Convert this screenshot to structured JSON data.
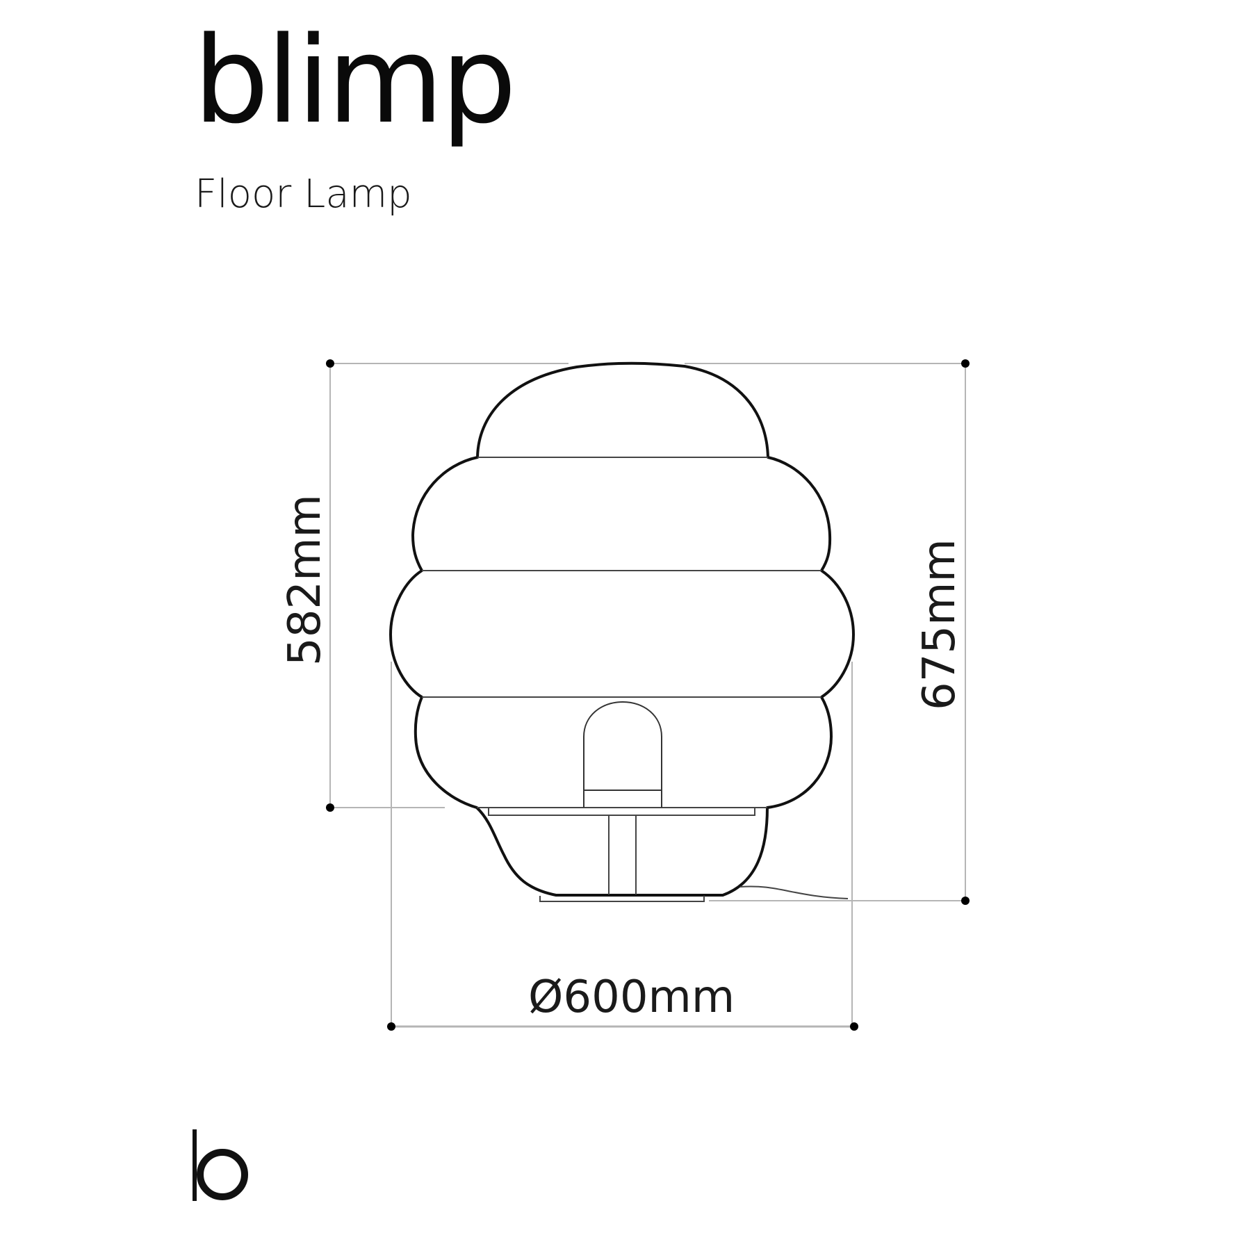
{
  "header": {
    "title": "blimp",
    "subtitle": "Floor Lamp"
  },
  "drawing": {
    "type": "technical-dimension-drawing",
    "subject": "floor lamp front elevation",
    "dimensions": {
      "shade_height": "582mm",
      "total_height": "675mm",
      "diameter": "Ø600mm"
    },
    "colors": {
      "outline": "#111111",
      "dimension_line": "#b5b5b5",
      "detail_line": "#444444",
      "dot": "#000000"
    }
  },
  "footer": {
    "logo": "b-logo-icon"
  }
}
